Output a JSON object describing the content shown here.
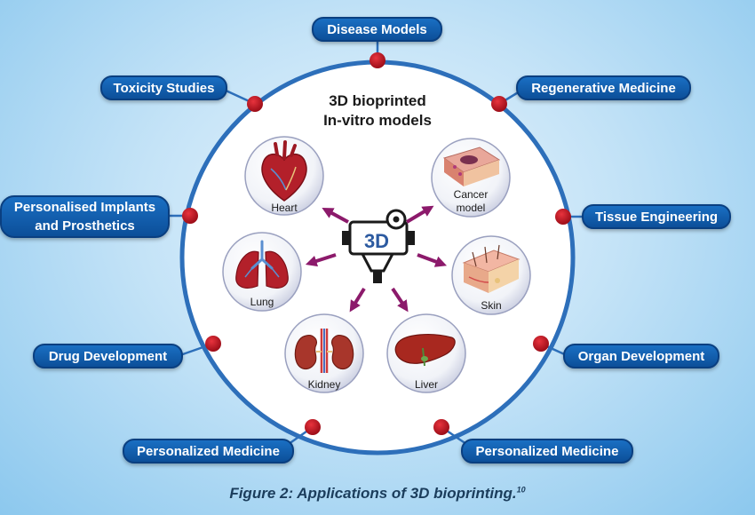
{
  "title_lines": [
    "3D bioprinted",
    "In-vitro models"
  ],
  "printer_label": "3D",
  "applications": [
    {
      "label": "Disease Models"
    },
    {
      "label": "Regenerative Medicine"
    },
    {
      "label": "Tissue Engineering"
    },
    {
      "label": "Organ Development"
    },
    {
      "label": "Personalized Medicine"
    },
    {
      "label": "Personalized Medicine"
    },
    {
      "label": "Drug Development"
    },
    {
      "label_lines": [
        "Personalised Implants",
        "and Prosthetics"
      ]
    },
    {
      "label": "Toxicity Studies"
    }
  ],
  "models": [
    {
      "label": "Heart",
      "icon": "heart-icon"
    },
    {
      "label_lines": [
        "Cancer",
        "model"
      ],
      "icon": "cancer-tissue-icon"
    },
    {
      "label": "Lung",
      "icon": "lung-icon"
    },
    {
      "label": "Skin",
      "icon": "skin-icon"
    },
    {
      "label": "Kidney",
      "icon": "kidney-icon"
    },
    {
      "label": "Liver",
      "icon": "liver-icon"
    }
  ],
  "caption": {
    "text": "Figure 2: Applications of 3D bioprinting.",
    "ref": "10"
  },
  "colors": {
    "pill_blue": "#0f5aa8",
    "ring_blue": "#2d6fba",
    "node_red": "#b8141f",
    "arrow_purple": "#8c1a6b",
    "printer_blue": "#2c5aa0"
  }
}
